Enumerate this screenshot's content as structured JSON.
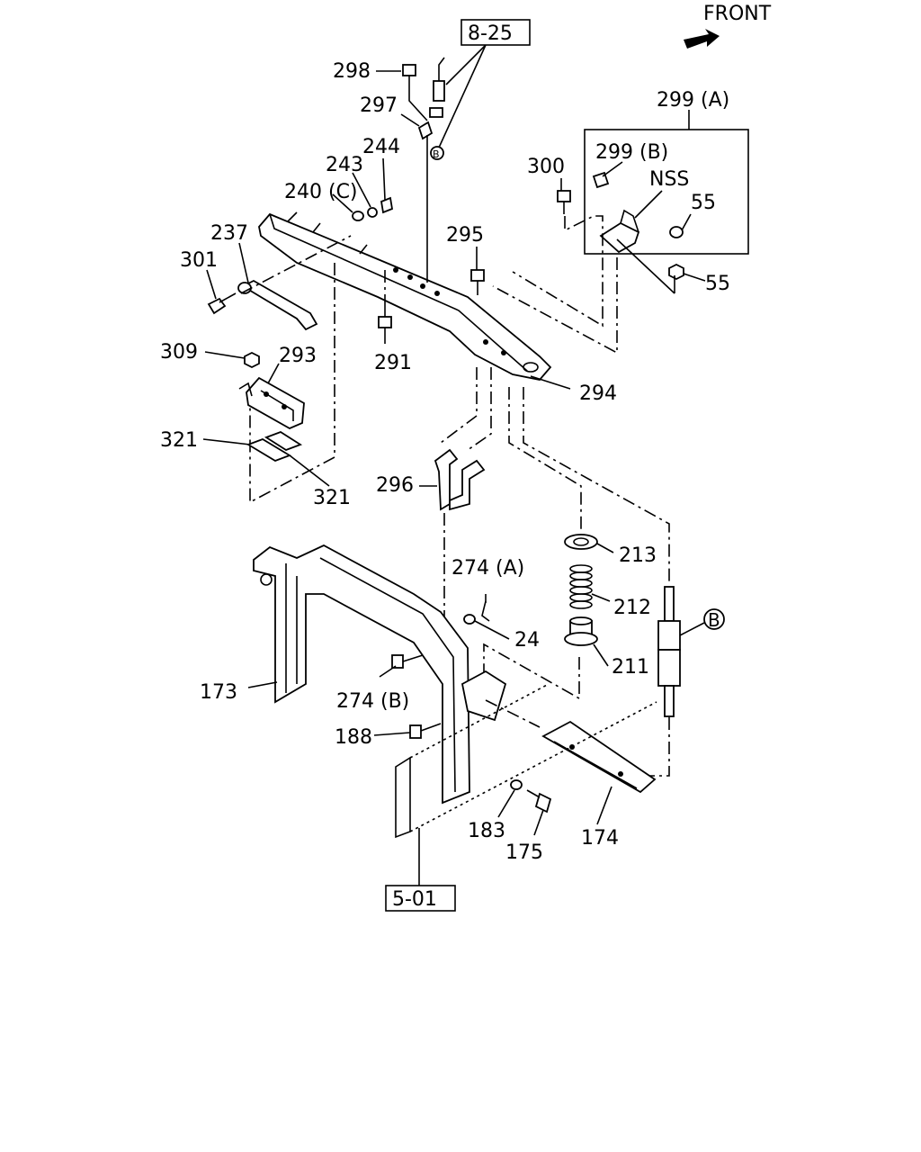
{
  "header": {
    "front_label": "FRONT"
  },
  "references": {
    "ref_top": "8-25",
    "ref_bottom": "5-01"
  },
  "callouts": {
    "p298": "298",
    "p297": "297",
    "p244": "244",
    "p243": "243",
    "p240c": "240 (C)",
    "p237": "237",
    "p301": "301",
    "p295": "295",
    "p291": "291",
    "p309": "309",
    "p293": "293",
    "p321a": "321",
    "p321b": "321",
    "p294": "294",
    "p296": "296",
    "p300": "300",
    "p299a": "299 (A)",
    "p299b": "299 (B)",
    "nss": "NSS",
    "p55a": "55",
    "p55b": "55",
    "p213": "213",
    "p212": "212",
    "p211": "211",
    "p274a": "274 (A)",
    "p24": "24",
    "p274b": "274 (B)",
    "p173": "173",
    "p188": "188",
    "p183": "183",
    "p175": "175",
    "p174": "174",
    "circ_b": "B",
    "circ_b_small": "B"
  },
  "icons": {
    "front_arrow": "arrow-icon"
  }
}
